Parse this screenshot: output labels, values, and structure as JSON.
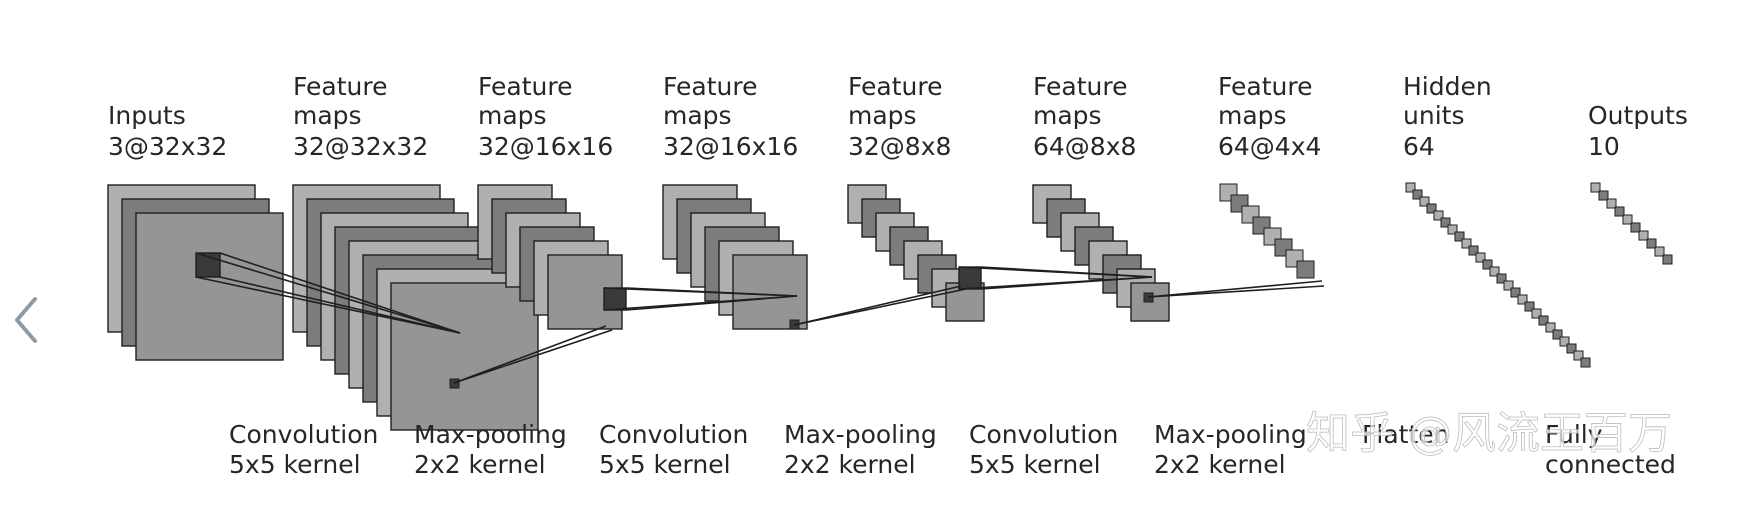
{
  "stages": [
    {
      "title": [
        "Inputs"
      ],
      "dims": "3@32x32"
    },
    {
      "title": [
        "Feature",
        "maps"
      ],
      "dims": "32@32x32"
    },
    {
      "title": [
        "Feature",
        "maps"
      ],
      "dims": "32@16x16"
    },
    {
      "title": [
        "Feature",
        "maps"
      ],
      "dims": "32@16x16"
    },
    {
      "title": [
        "Feature",
        "maps"
      ],
      "dims": "32@8x8"
    },
    {
      "title": [
        "Feature",
        "maps"
      ],
      "dims": "64@8x8"
    },
    {
      "title": [
        "Feature",
        "maps"
      ],
      "dims": "64@4x4"
    },
    {
      "title": [
        "Hidden",
        "units"
      ],
      "dims": "64"
    },
    {
      "title": [
        "Outputs"
      ],
      "dims": "10"
    }
  ],
  "operations": [
    {
      "name": "Convolution",
      "detail": "5x5 kernel"
    },
    {
      "name": "Max-pooling",
      "detail": "2x2 kernel"
    },
    {
      "name": "Convolution",
      "detail": "5x5 kernel"
    },
    {
      "name": "Max-pooling",
      "detail": "2x2 kernel"
    },
    {
      "name": "Convolution",
      "detail": "5x5 kernel"
    },
    {
      "name": "Max-pooling",
      "detail": "2x2 kernel"
    },
    {
      "name": "Flatten",
      "detail": ""
    },
    {
      "name": "Fully",
      "detail": "connected"
    }
  ],
  "watermark": "知乎 @风流王百万",
  "nav": {
    "prev_icon": "chevron-left-icon"
  },
  "colors": {
    "line": "#1f1f1f",
    "map_light": "#b0b0b0",
    "map_dark": "#7c7c7c",
    "map_front": "#959595",
    "kernel": "#3a3a3a",
    "chevron": "#8f9aa8"
  }
}
